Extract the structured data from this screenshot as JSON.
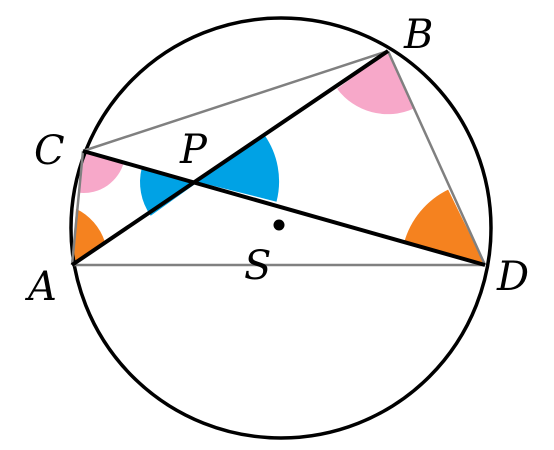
{
  "points": {
    "A": {
      "label": "A"
    },
    "B": {
      "label": "B"
    },
    "C": {
      "label": "C"
    },
    "D": {
      "label": "D"
    },
    "P": {
      "label": "P"
    },
    "S": {
      "label": "S"
    }
  },
  "colors": {
    "stroke_bold": "#000000",
    "stroke_light": "#808080",
    "angle_pink": "#f7a8c9",
    "angle_blue": "#00a2e5",
    "angle_orange": "#f5821f",
    "background": "#ffffff"
  }
}
